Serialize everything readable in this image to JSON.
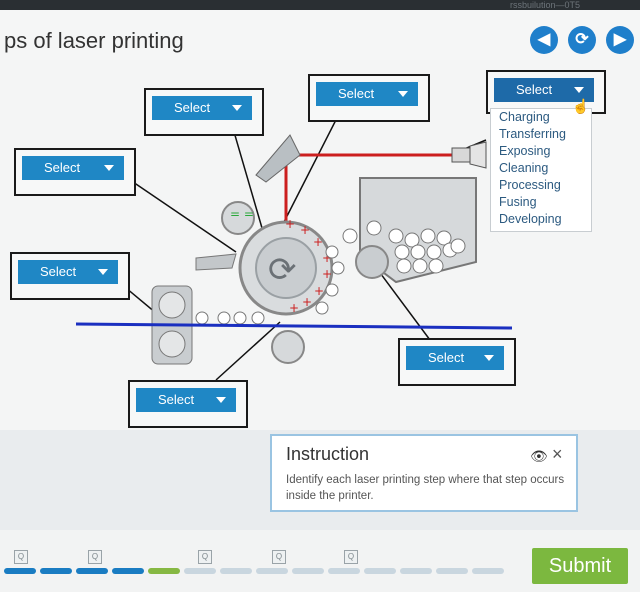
{
  "header": {
    "title": "ps of laser printing",
    "topbar_text": "rssbuilution—0T5",
    "nav": [
      {
        "name": "back-button",
        "glyph": "◀"
      },
      {
        "name": "refresh-button",
        "glyph": "⟳"
      },
      {
        "name": "forward-button",
        "glyph": "▶"
      }
    ]
  },
  "dropdowns": {
    "select_label": "Select",
    "open_menu": [
      "Charging",
      "Transferring",
      "Exposing",
      "Cleaning",
      "Processing",
      "Fusing",
      "Developing"
    ]
  },
  "instruction": {
    "title": "Instruction",
    "body": "Identify each laser printing step where that step occurs inside the printer."
  },
  "footer": {
    "submit_label": "Submit",
    "question_icon": "Q"
  },
  "colors": {
    "accent_blue": "#1f87c5",
    "submit_green": "#7cb83f",
    "laser_red": "#cc1f1f",
    "paper_path_blue": "#1a2fc0"
  }
}
